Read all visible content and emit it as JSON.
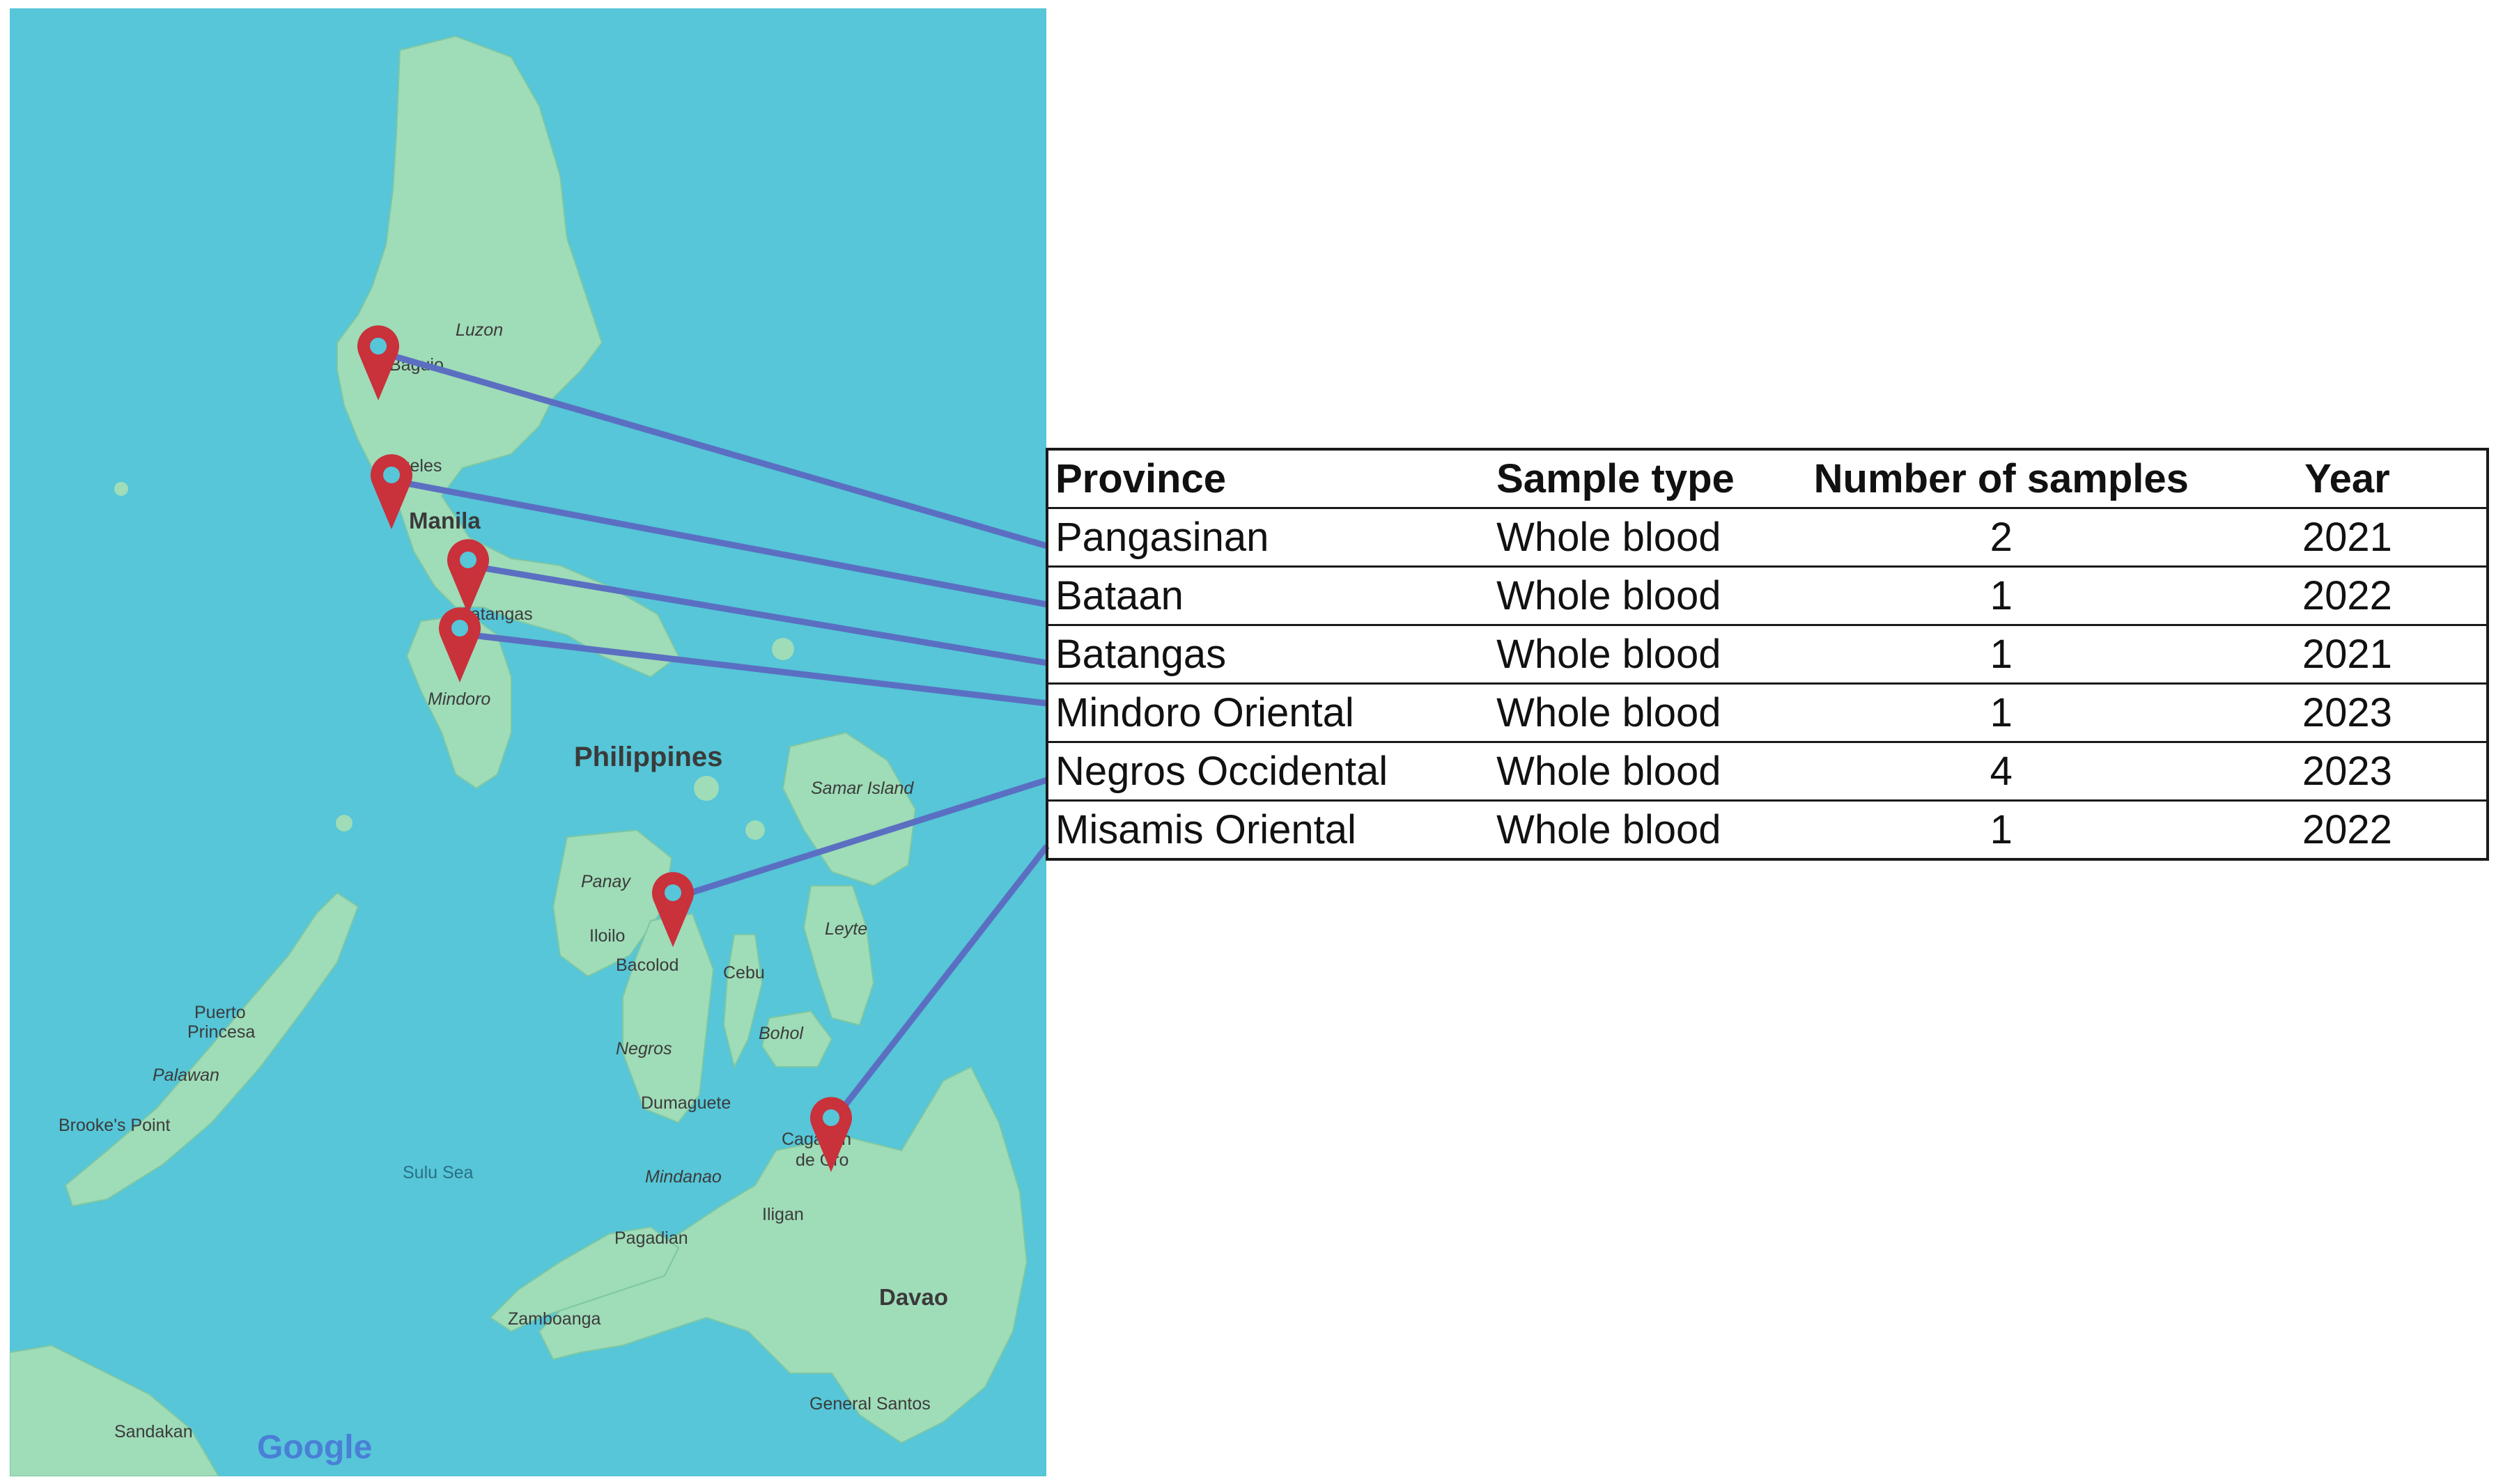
{
  "map": {
    "country_label": "Philippines",
    "place_labels": {
      "luzon": "Luzon",
      "baguio": "Baguio",
      "angeles": "Angeles",
      "manila": "Manila",
      "batangas": "Batangas",
      "mindoro": "Mindoro",
      "samar": "Samar Island",
      "panay": "Panay",
      "iloilo": "Iloilo",
      "bacolod": "Bacolod",
      "cebu": "Cebu",
      "leyte": "Leyte",
      "bohol": "Bohol",
      "negros": "Negros",
      "dumaguete": "Dumaguete",
      "puerto": "Puerto",
      "princesa": "Princesa",
      "palawan": "Palawan",
      "brookes": "Brooke's Point",
      "sulu": "Sulu Sea",
      "mindanao": "Mindanao",
      "cagayan1": "Cagayan",
      "cagayan2": "de Oro",
      "iligan": "Iligan",
      "pagadian": "Pagadian",
      "zamboanga": "Zamboanga",
      "davao": "Davao",
      "gensan": "General Santos",
      "sandakan": "Sandakan"
    },
    "logo_text": "Google",
    "marker_color": "#c9313b",
    "connector_color": "#5b6fc2",
    "sea_color": "#56c6d8",
    "land_color": "#9fdcb8"
  },
  "table": {
    "headers": {
      "province": "Province",
      "sample_type": "Sample type",
      "number": "Number of samples",
      "year": "Year"
    },
    "rows": [
      {
        "province": "Pangasinan",
        "sample_type": "Whole blood",
        "number": "2",
        "year": "2021"
      },
      {
        "province": "Bataan",
        "sample_type": "Whole blood",
        "number": "1",
        "year": "2022"
      },
      {
        "province": "Batangas",
        "sample_type": "Whole blood",
        "number": "1",
        "year": "2021"
      },
      {
        "province": "Mindoro Oriental",
        "sample_type": "Whole blood",
        "number": "1",
        "year": "2023"
      },
      {
        "province": "Negros Occidental",
        "sample_type": "Whole blood",
        "number": "4",
        "year": "2023"
      },
      {
        "province": "Misamis Oriental",
        "sample_type": "Whole blood",
        "number": "1",
        "year": "2022"
      }
    ]
  }
}
